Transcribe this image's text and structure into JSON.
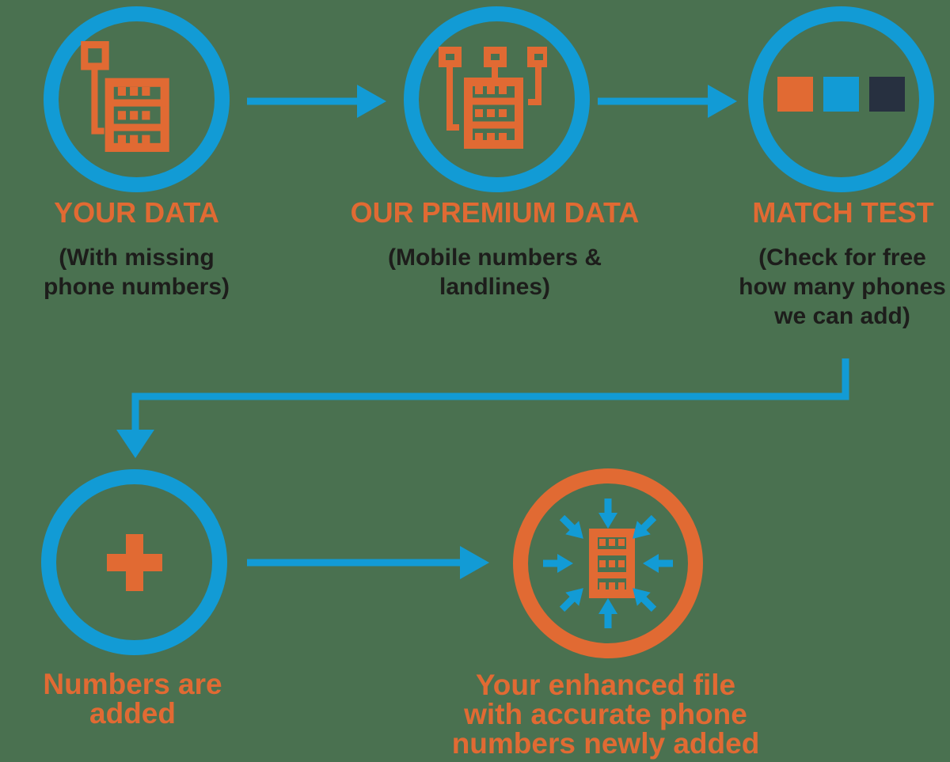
{
  "diagram_title": "Phone number appending process flow",
  "colors": {
    "background": "#4A7150",
    "blue": "#129BD5",
    "orange": "#E16A33",
    "navy": "#273040",
    "caption_text": "#1D1D1B"
  },
  "icons": {
    "step1": "server-with-phone-connector-icon",
    "step2": "server-with-three-connectors-icon",
    "step3": "three-color-squares-icon",
    "step4": "plus-icon",
    "step5": "server-with-inward-arrows-icon",
    "connectors": [
      "right-arrow-icon",
      "right-arrow-icon",
      "elbow-down-arrow-icon",
      "right-arrow-icon"
    ]
  },
  "flow": {
    "step1": {
      "title": "YOUR DATA",
      "caption_line1": "(With missing",
      "caption_line2": "phone numbers)"
    },
    "step2": {
      "title": "OUR PREMIUM DATA",
      "caption_line1": "(Mobile numbers &",
      "caption_line2": "landlines)"
    },
    "step3": {
      "title": "MATCH TEST",
      "caption_line1": "(Check for free",
      "caption_line2": "how many phones",
      "caption_line3": "we can add)"
    },
    "step4": {
      "label": "Numbers are added"
    },
    "step5": {
      "label_line1": "Your enhanced file",
      "label_line2": "with accurate phone",
      "label_line3": "numbers newly added"
    }
  }
}
